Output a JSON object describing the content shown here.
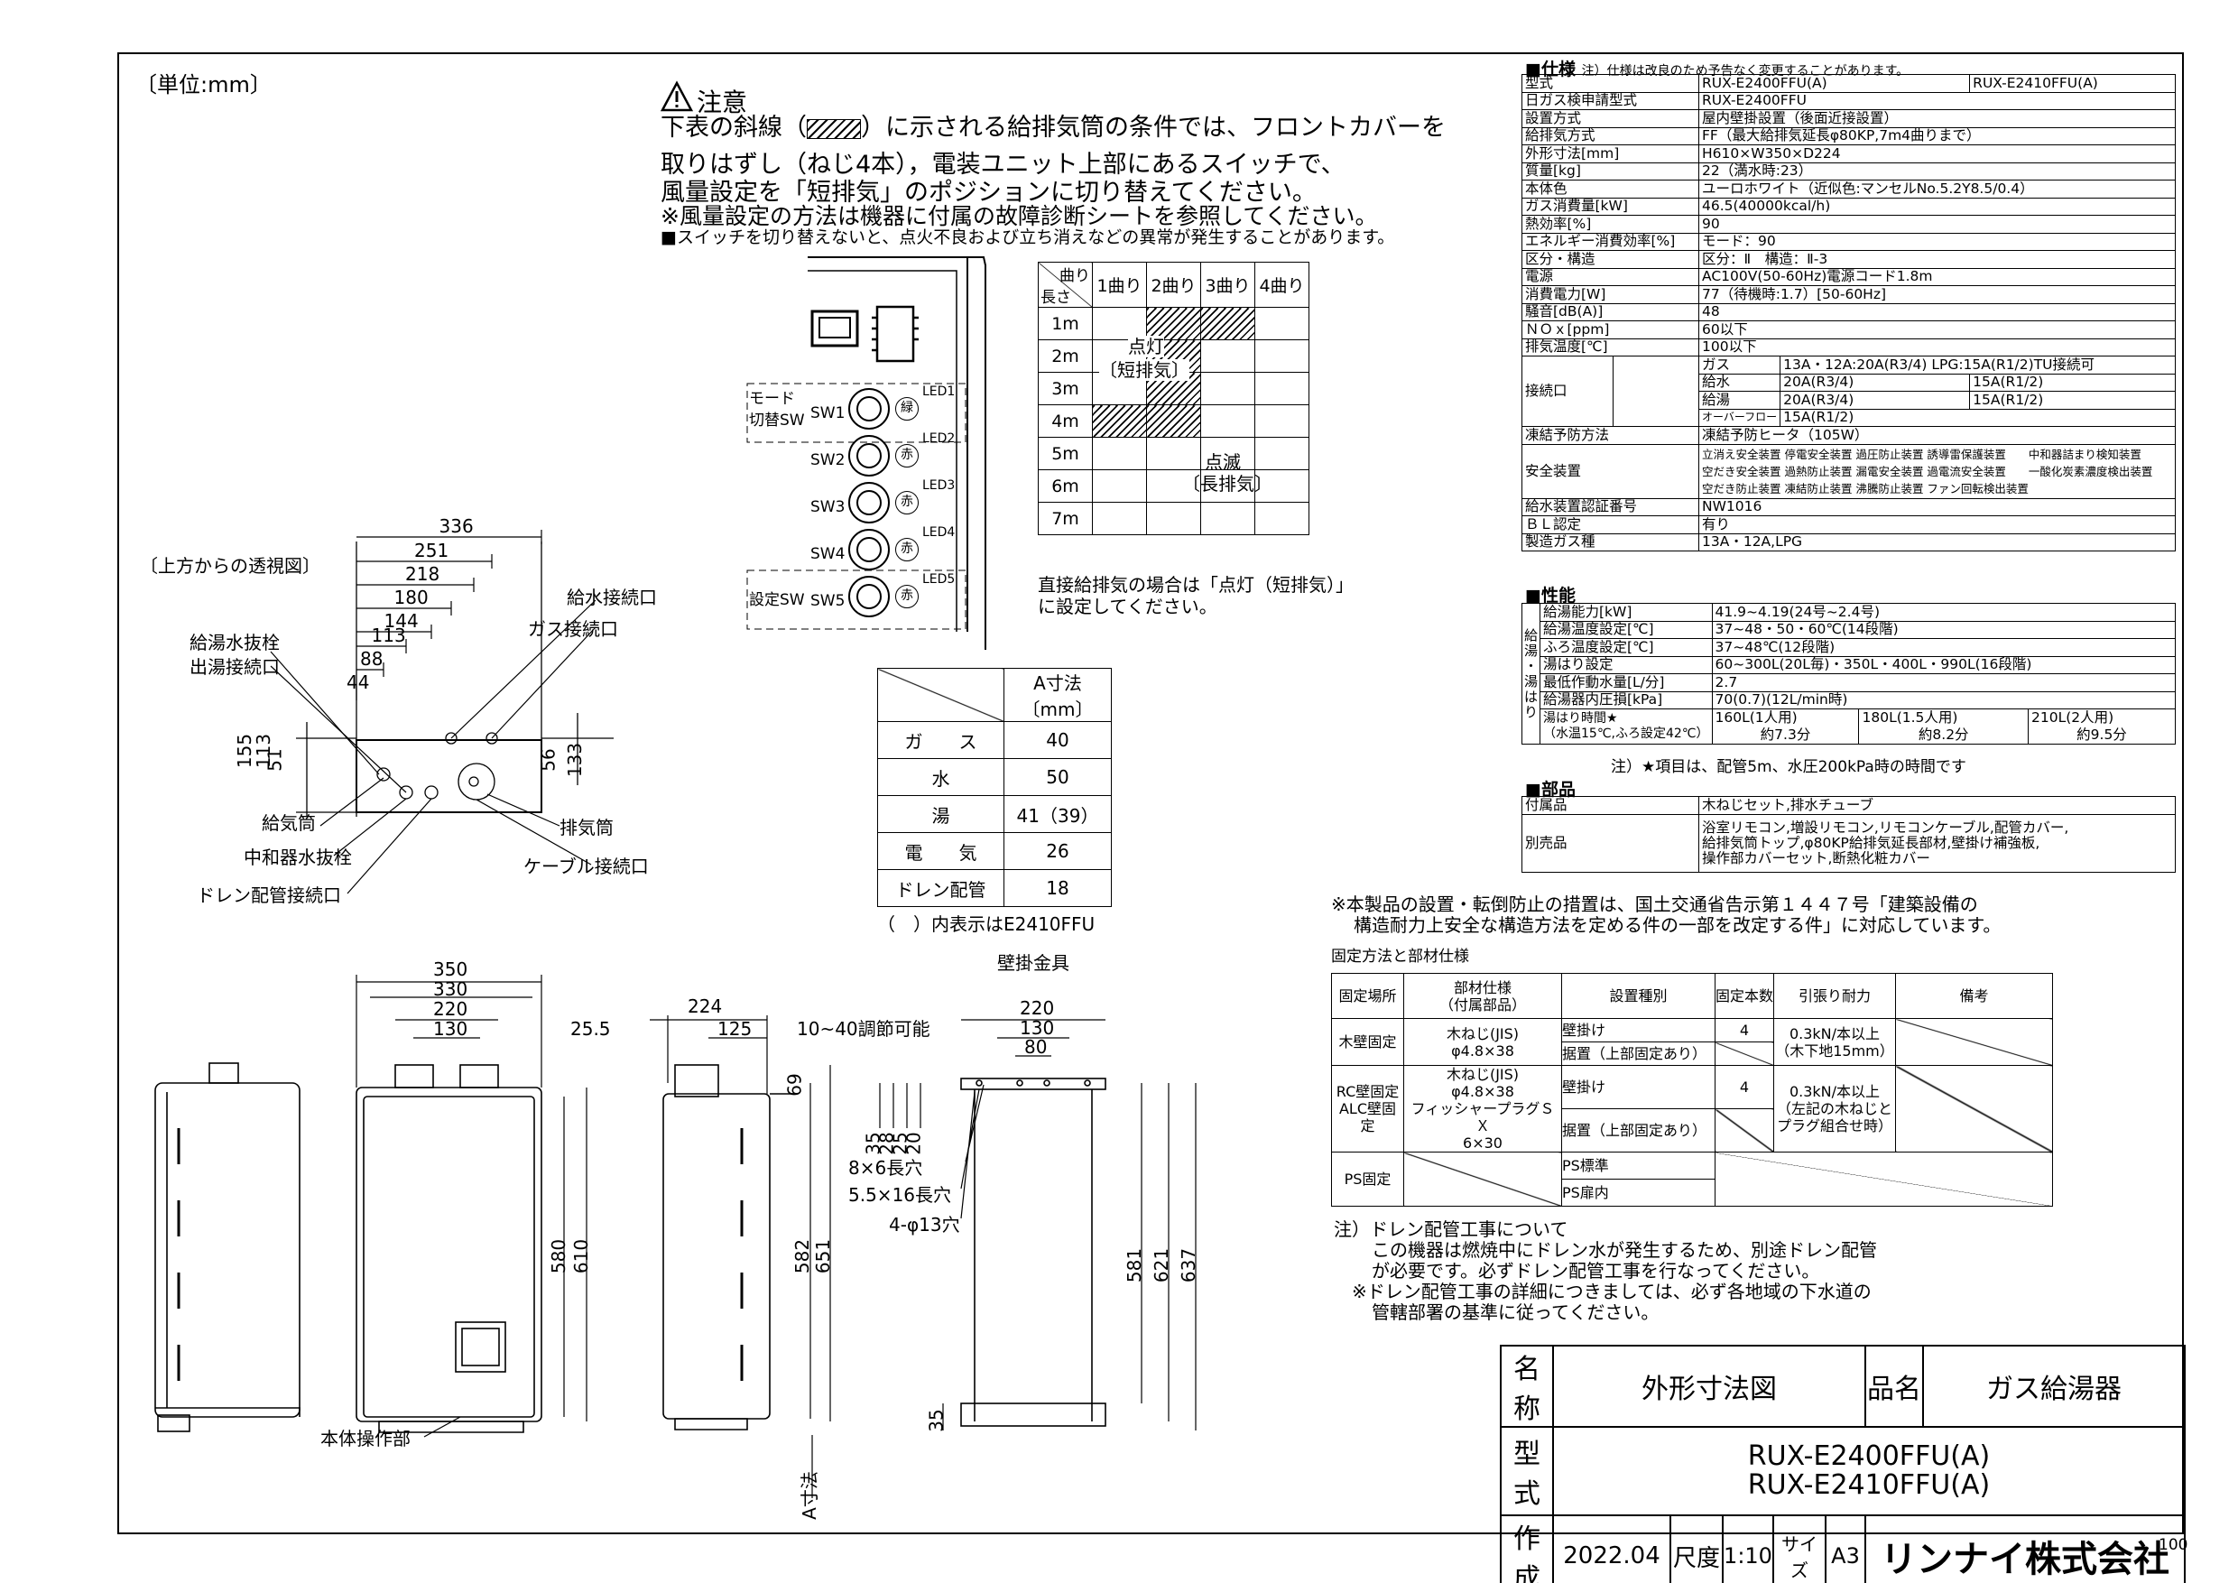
{
  "unit_label": "〔単位:mm〕",
  "caution": {
    "title": "注意",
    "line1": "下表の斜線（",
    "line1b": "）に示される給排気筒の条件では、フロントカバーを",
    "line2": "取りはずし（ねじ4本），電装ユニット上部にあるスイッチで、",
    "line3": "風量設定を「短排気」のポジションに切り替えてください。",
    "line4": "※風量設定の方法は機器に付属の故障診断シートを参照してください。",
    "line5": "■スイッチを切り替えないと、点火不良および立ち消えなどの異常が発生することがあります。"
  },
  "switch_panel": {
    "mode_label": "モード",
    "mode_label2": "切替SW",
    "set_label": "設定SW",
    "switches": [
      {
        "sw": "SW1",
        "led": "LED1",
        "color": "緑"
      },
      {
        "sw": "SW2",
        "led": "LED2",
        "color": "赤"
      },
      {
        "sw": "SW3",
        "led": "LED3",
        "color": "赤"
      },
      {
        "sw": "SW4",
        "led": "LED4",
        "color": "赤"
      },
      {
        "sw": "SW5",
        "led": "LED5",
        "color": "赤"
      }
    ]
  },
  "bend_table": {
    "corner_top": "曲り",
    "corner_bottom": "長さ",
    "cols": [
      "1曲り",
      "2曲り",
      "3曲り",
      "4曲り"
    ],
    "rows": [
      "1m",
      "2m",
      "3m",
      "4m",
      "5m",
      "6m",
      "7m"
    ],
    "lit_label": "点灯",
    "lit_sub": "〔短排気〕",
    "blink_label": "点滅",
    "blink_sub": "〔長排気〕",
    "note1": "直接給排気の場合は「点灯（短排気）」",
    "note2": "に設定してください。"
  },
  "top_view": {
    "title": "〔上方からの透視図〕",
    "dims": [
      "336",
      "251",
      "218",
      "180",
      "144",
      "113",
      "88",
      "44"
    ],
    "vdims": [
      "155",
      "113",
      "51",
      "56",
      "133"
    ],
    "labels": {
      "drain_plug": "給湯水抜栓",
      "hot_out": "出湯接続口",
      "water_in": "給水接続口",
      "gas_in": "ガス接続口",
      "intake": "給気筒",
      "exhaust": "排気筒",
      "neutral_plug": "中和器水抜栓",
      "cable": "ケーブル接続口",
      "drain_pipe": "ドレン配管接続口"
    }
  },
  "a_table": {
    "header": "A寸法〔mm〕",
    "rows": [
      {
        "name": "ガ　　ス",
        "value": "40"
      },
      {
        "name": "水",
        "value": "50"
      },
      {
        "name": "湯",
        "value": "41（39）"
      },
      {
        "name": "電　　気",
        "value": "26"
      },
      {
        "name": "ドレン配管",
        "value": "18"
      }
    ],
    "note": "（　）内表示はE2410FFU"
  },
  "front_views": {
    "front_dims": [
      "350",
      "330",
      "220",
      "130"
    ],
    "front_v": [
      "580",
      "610"
    ],
    "side_dims": [
      "224",
      "125"
    ],
    "side_left": "25.5",
    "adjust": "10~40調節可能",
    "side_v": [
      "582",
      "651"
    ],
    "mount_title": "壁掛金具",
    "mount_dims": [
      "220",
      "130",
      "80"
    ],
    "mount_small": [
      "35",
      "28",
      "25",
      "20"
    ],
    "mount_v": [
      "581",
      "621",
      "637"
    ],
    "mount_bottom": "35",
    "holes": [
      "8×6長穴",
      "5.5×16長穴",
      "4-φ13穴"
    ],
    "body_panel": "本体操作部",
    "a_label": "A寸法",
    "v69": "69"
  },
  "spec": {
    "title": "■仕様",
    "title_note": "注）仕様は改良のため予告なく変更することがあります。",
    "rows": [
      [
        "型式",
        "RUX-E2400FFU(A)",
        "RUX-E2410FFU(A)"
      ],
      [
        "日ガス検申請型式",
        "RUX-E2400FFU",
        ""
      ],
      [
        "設置方式",
        "屋内壁掛設置（後面近接設置）",
        ""
      ],
      [
        "給排気方式",
        "FF（最大給排気延長φ80KP,7m4曲りまで）",
        ""
      ],
      [
        "外形寸法[mm]",
        "H610×W350×D224",
        ""
      ],
      [
        "質量[kg]",
        "22（満水時:23）",
        ""
      ],
      [
        "本体色",
        "ユーロホワイト（近似色:マンセルNo.5.2Y8.5/0.4）",
        ""
      ],
      [
        "ガス消費量[kW]",
        "46.5(40000kcal/h)",
        ""
      ],
      [
        "熱効率[%]",
        "90",
        ""
      ],
      [
        "エネルギー消費効率[%]",
        "モード：90",
        ""
      ],
      [
        "区分・構造",
        "区分：Ⅱ　構造：Ⅱ-3",
        ""
      ],
      [
        "電源",
        "AC100V(50-60Hz)電源コード1.8m",
        ""
      ],
      [
        "消費電力[W]",
        "77（待機時:1.7）[50-60Hz]",
        ""
      ],
      [
        "騒音[dB(A)]",
        "48",
        ""
      ],
      [
        "ＮＯｘ[ppm]",
        "60以下",
        ""
      ],
      [
        "排気温度[℃]",
        "100以下",
        ""
      ]
    ],
    "conn_label": "接続口",
    "conn": [
      [
        "ガス",
        "13A・12A:20A(R3/4) LPG:15A(R1/2)TU接続可",
        ""
      ],
      [
        "給水",
        "20A(R3/4)",
        "15A(R1/2)"
      ],
      [
        "給湯",
        "20A(R3/4)",
        "15A(R1/2)"
      ],
      [
        "オーバーフロー",
        "15A(R1/2)",
        ""
      ]
    ],
    "freeze": [
      "凍結予防方法",
      "凍結予防ヒータ（105W）"
    ],
    "safety_label": "安全装置",
    "safety": [
      "立消え安全装置 停電安全装置 過圧防止装置 誘導雷保護装置　　中和器詰まり検知装置",
      "空だき安全装置 過熱防止装置 漏電安全装置 過電流安全装置　　一酸化炭素濃度検出装置",
      "空だき防止装置 凍結防止装置 沸騰防止装置 ファン回転検出装置"
    ],
    "rows2": [
      [
        "給水装置認証番号",
        "NW1016"
      ],
      [
        "ＢＬ認定",
        "有り"
      ],
      [
        "製造ガス種",
        "13A・12A,LPG"
      ]
    ]
  },
  "perf": {
    "title": "■性能",
    "side": "給湯・湯はり",
    "rows": [
      [
        "給湯能力[kW]",
        "41.9~4.19(24号~2.4号)"
      ],
      [
        "給湯温度設定[℃]",
        "37~48・50・60℃(14段階)"
      ],
      [
        "ふろ温度設定[℃]",
        "37~48℃(12段階)"
      ],
      [
        "湯はり設定",
        "60~300L(20L毎)・350L・400L・990L(16段階)"
      ],
      [
        "最低作動水量[L/分]",
        "2.7"
      ],
      [
        "給湯器内圧損[kPa]",
        "70(0.7)(12L/min時)"
      ]
    ],
    "fill_time": "湯はり時間★",
    "fill_cond": "（水温15℃,ふろ設定42℃）",
    "fill_vals": [
      "160L(1人用)",
      "180L(1.5人用)",
      "210L(2人用)"
    ],
    "fill_times": [
      "約7.3分",
      "約8.2分",
      "約9.5分"
    ],
    "note": "注）★項目は、配管5m、水圧200kPa時の時間です"
  },
  "parts": {
    "title": "■部品",
    "accessory_label": "付属品",
    "accessory": "木ねじセット,排水チューブ",
    "option_label": "別売品",
    "options": [
      "浴室リモコン,増設リモコン,リモコンケーブル,配管カバー,",
      "給排気筒トップ,φ80KP給排気延長部材,壁掛け補強板,",
      "操作部カバーセット,断熱化粧カバー"
    ]
  },
  "notice": {
    "line1": "※本製品の設置・転倒防止の措置は、国土交通省告示第１４４７号「建築設備の",
    "line2": "構造耐力上安全な構造方法を定める件の一部を改定する件」に対応しています。"
  },
  "fix_table": {
    "title": "固定方法と部材仕様",
    "headers": [
      "固定場所",
      "部材仕様",
      "（付属部品）",
      "設置種別",
      "固定本数",
      "引張り耐力",
      "備考"
    ],
    "wood": {
      "place": "木壁固定",
      "part1": "木ねじ(JIS)",
      "part2": "φ4.8×38",
      "type1": "壁掛け",
      "type2": "据置（上部固定あり）",
      "count": "4",
      "strength1": "0.3kN/本以上",
      "strength2": "（木下地15mm）"
    },
    "rc": {
      "place1": "RC壁固定",
      "place2": "ALC壁固定",
      "part1": "木ねじ(JIS)",
      "part2": "φ4.8×38",
      "part3": "フィッシャープラグＳＸ",
      "part4": "6×30",
      "type1": "壁掛け",
      "type2": "据置（上部固定あり）",
      "count": "4",
      "strength1": "0.3kN/本以上",
      "strength2": "（左記の木ねじと",
      "strength3": "プラグ組合せ時）"
    },
    "ps": {
      "place": "PS固定",
      "type1": "PS標準",
      "type2": "PS扉内"
    }
  },
  "drain_note": {
    "l1": "注）ドレン配管工事について",
    "l2": "この機器は燃焼中にドレン水が発生するため、別途ドレン配管",
    "l3": "が必要です。必ずドレン配管工事を行なってください。",
    "l4": "※ドレン配管工事の詳細につきましては、必ず各地域の下水道の",
    "l5": "管轄部署の基準に従ってください。"
  },
  "title_block": {
    "name_label": "名称",
    "name": "外形寸法図",
    "product_label": "品名",
    "product": "ガス給湯器",
    "model_label": "型式",
    "model1": "RUX-E2400FFU(A)",
    "model2": "RUX-E2410FFU(A)",
    "made_label": "作成",
    "date": "2022.04",
    "scale_label": "尺度",
    "scale": "1:10",
    "size_label": "サイズ",
    "size": "A3",
    "company": "リンナイ株式会社"
  },
  "page_num": "100"
}
